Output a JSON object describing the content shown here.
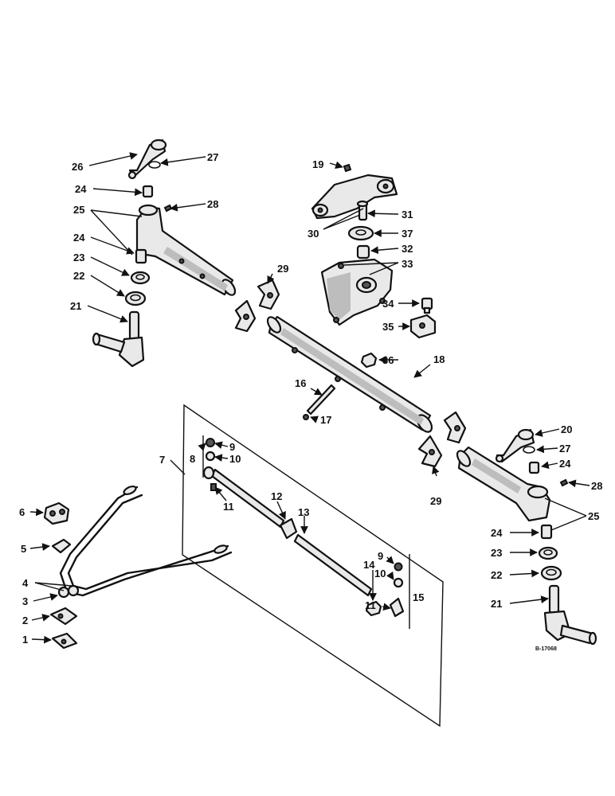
{
  "diagram": {
    "drawing_number": "B-17068",
    "callouts": {
      "c1": "1",
      "c2": "2",
      "c3": "3",
      "c4": "4",
      "c5": "5",
      "c6": "6",
      "c7": "7",
      "c8": "8",
      "c9a": "9",
      "c9b": "9",
      "c10a": "10",
      "c10b": "10",
      "c11a": "11",
      "c11b": "11",
      "c12": "12",
      "c13": "13",
      "c14": "14",
      "c15": "15",
      "c16": "16",
      "c17": "17",
      "c18": "18",
      "c19": "19",
      "c20": "20",
      "c21a": "21",
      "c21b": "21",
      "c22a": "22",
      "c22b": "22",
      "c23a": "23",
      "c23b": "23",
      "c24a": "24",
      "c24b": "24",
      "c24c": "24",
      "c24d": "24",
      "c25a": "25",
      "c25b": "25",
      "c26": "26",
      "c27a": "27",
      "c27b": "27",
      "c28a": "28",
      "c28b": "28",
      "c29a": "29",
      "c29b": "29",
      "c30": "30",
      "c31": "31",
      "c32": "32",
      "c33": "33",
      "c34": "34",
      "c35": "35",
      "c36": "36",
      "c37": "37"
    }
  }
}
